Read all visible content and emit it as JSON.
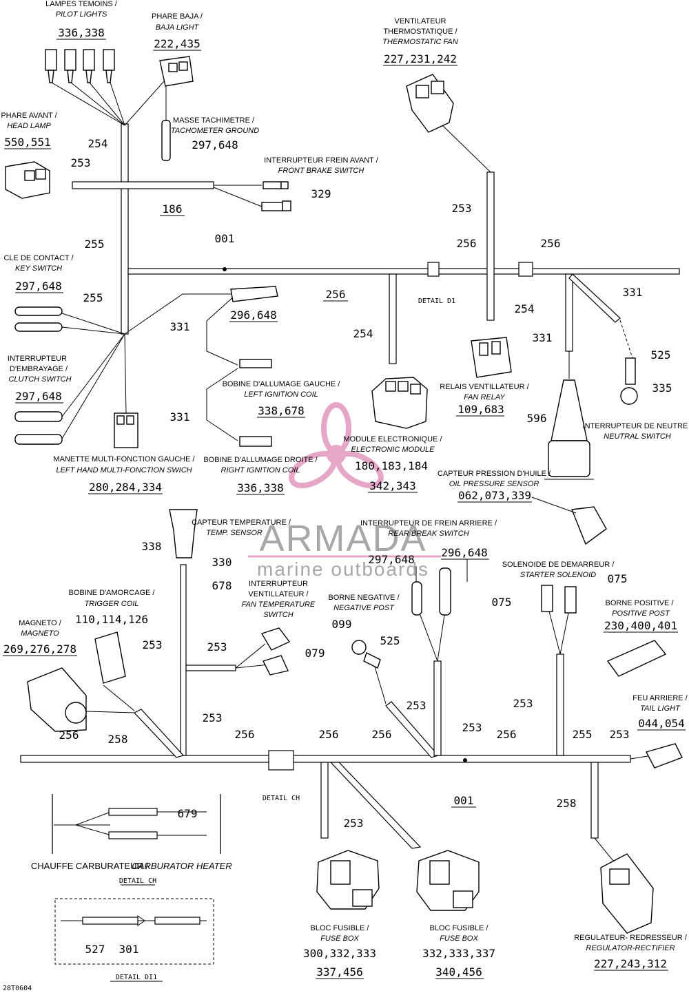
{
  "watermark": {
    "brand": "ARMADA",
    "tagline": "marine outboards",
    "color": "#e6a6c8"
  },
  "footer_code": "28T0604",
  "trunk_labels": {
    "top_001": "001",
    "bottom_001": "001",
    "t254": "254",
    "t253": "253",
    "t186": "186",
    "t255a": "255",
    "t255b": "255",
    "t256a": "256",
    "t256b": "256",
    "t256c": "256",
    "t254b": "254",
    "t254c": "254",
    "t253b": "253",
    "t331a": "331",
    "t331b": "331",
    "t331c": "331",
    "t331d": "331",
    "t329": "329",
    "t525": "525",
    "t335": "335",
    "t596": "596",
    "t338": "338",
    "t330": "330",
    "t678": "678",
    "t253c": "253",
    "t253d": "253",
    "t253e": "253",
    "t079": "079",
    "t099": "099",
    "t525b": "525",
    "t253f": "253",
    "t253g": "253",
    "t075a": "075",
    "t075b": "075",
    "t253h": "253",
    "t256d": "256",
    "t258a": "258",
    "t256e": "256",
    "t256f": "256",
    "t256g": "256",
    "t256h": "256",
    "t255c": "255",
    "t253i": "253",
    "t253j": "253",
    "t258b": "258",
    "t679": "679",
    "t527": "527",
    "t301": "301"
  },
  "details": {
    "detail_d1": "DETAIL D1",
    "detail_ch": "DETAIL CH",
    "detail_ch2": "DETAIL CH",
    "detail_di1": "DETAIL DI1"
  },
  "components": {
    "pilot_lights": {
      "fr": "LAMPES TEMOINS /",
      "en": "PILOT LIGHTS",
      "refs": "336,338"
    },
    "baja_light": {
      "fr": "PHARE BAJA /",
      "en": "BAJA LIGHT",
      "refs": "222,435"
    },
    "tach_ground": {
      "fr": "MASSE TACHIMETRE /",
      "en": "TACHOMETER GROUND",
      "refs": "297,648"
    },
    "head_lamp": {
      "fr": "PHARE AVANT /",
      "en": "HEAD LAMP",
      "refs": "550,551"
    },
    "front_brake": {
      "fr": "INTERRUPTEUR FREIN AVANT /",
      "en": "FRONT BRAKE SWITCH"
    },
    "thermo_fan": {
      "fr1": "VENTILATEUR",
      "fr2": "THERMOSTATIQUE /",
      "en": "THERMOSTATIC FAN",
      "refs": "227,231,242"
    },
    "key_switch": {
      "fr": "CLE DE CONTACT /",
      "en": "KEY SWITCH",
      "refs": "297,648"
    },
    "clutch_switch": {
      "fr1": "INTERRUPTEUR",
      "fr2": "D'EMBRAYAGE /",
      "en": "CLUTCH SWITCH",
      "refs": "297,648"
    },
    "ignition_296": {
      "refs": "296,648"
    },
    "left_coil": {
      "fr": "BOBINE D'ALLUMAGE GAUCHE /",
      "en": "LEFT IGNITION COIL",
      "refs": "338,678"
    },
    "right_coil": {
      "fr": "BOBINE D'ALLUMAGE DROITE /",
      "en": "RIGHT IGNITION COIL",
      "refs": "336,338"
    },
    "lh_switch": {
      "fr": "MANETTE MULTI-FONCTION GAUCHE /",
      "en": "LEFT HAND MULTI-FONCTION SWICH",
      "refs": "280,284,334"
    },
    "ecm": {
      "fr": "MODULE ELECTRONIQUE /",
      "en": "ELECTRONIC MODULE",
      "refs1": "180,183,184",
      "refs2": "342,343"
    },
    "fan_relay": {
      "fr": "RELAIS VENTILLATEUR /",
      "en": "FAN RELAY",
      "refs": "109,683"
    },
    "neutral_switch": {
      "fr": "INTERRUPTEUR DE NEUTRE /",
      "en": "NEUTRAL SWITCH"
    },
    "oil_pressure": {
      "fr": "CAPTEUR PRESSION D'HUILE /",
      "en": "OIL PRESSURE SENSOR",
      "refs": "062,073,339"
    },
    "temp_sensor": {
      "fr": "CAPTEUR TEMPERATURE /",
      "en": "TEMP. SENSOR"
    },
    "rear_brake": {
      "fr": "INTERRUPTEUR DE FREIN ARRIERE /",
      "en": "REAR BREAK SWITCH",
      "refs_a": "297,648",
      "refs_b": "296,648"
    },
    "trigger_coil": {
      "fr": "BOBINE D'AMORCAGE /",
      "en": "TRIGGER COIL",
      "refs": "110,114,126"
    },
    "fan_temp_switch": {
      "fr1": "INTERRUPTEUR",
      "fr2": "VENTILLATEUR /",
      "en1": "FAN TEMPERATURE",
      "en2": "SWITCH"
    },
    "negative_post": {
      "fr": "BORNE NEGATIVE /",
      "en": "NEGATIVE POST"
    },
    "starter_solenoid": {
      "fr": "SOLENOIDE DE DEMARREUR /",
      "en": "STARTER SOLENOID"
    },
    "positive_post": {
      "fr": "BORNE POSITIVE /",
      "en": "POSITIVE POST",
      "refs": "230,400,401"
    },
    "magneto": {
      "fr": "MAGNETO /",
      "en": "MAGNETO",
      "refs": "269,276,278"
    },
    "tail_light": {
      "fr": "FEU ARRIERE /",
      "en": "TAIL LIGHT",
      "refs": "044,054"
    },
    "carb_heater": {
      "fr": "CHAUFFE CARBURATEUR /",
      "en": "CARBURATOR HEATER"
    },
    "fuse_box_1": {
      "fr": "BLOC FUSIBLE /",
      "en": "FUSE BOX",
      "refs1": "300,332,333",
      "refs2": "337,456"
    },
    "fuse_box_2": {
      "fr": "BLOC FUSIBLE /",
      "en": "FUSE BOX",
      "refs1": "332,333,337",
      "refs2": "340,456"
    },
    "regulator": {
      "fr": "REGULATEUR- REDRESSEUR /",
      "en": "REGULATOR-RECTIFIER",
      "refs": "227,243,312"
    }
  }
}
